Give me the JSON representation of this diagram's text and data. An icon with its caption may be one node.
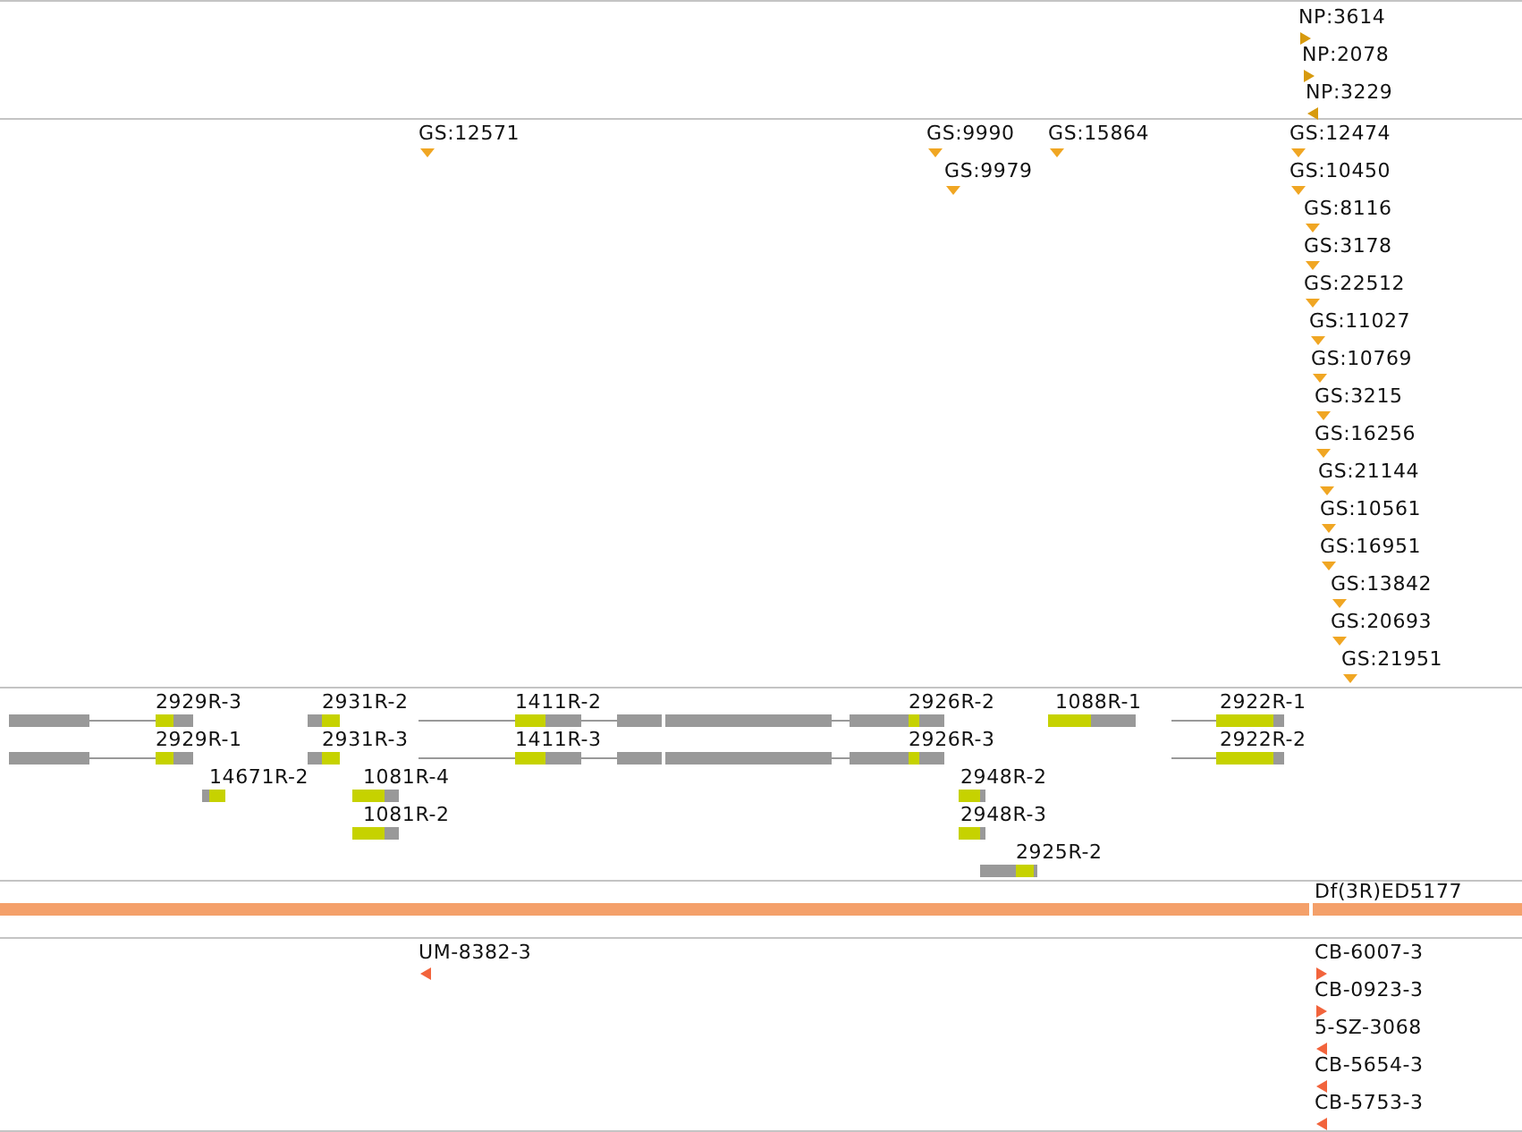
{
  "diagram": {
    "labels": [
      "NP:3614",
      "NP:2078",
      "NP:3229",
      "GS:12571",
      "GS:9990",
      "GS:15864",
      "GS:12474",
      "GS:9979",
      "GS:10450",
      "GS:8116",
      "GS:3178",
      "GS:22512",
      "GS:11027",
      "GS:10769",
      "GS:3215",
      "GS:16256",
      "GS:21144",
      "GS:10561",
      "GS:16951",
      "GS:13842",
      "GS:20693",
      "GS:21951",
      "2929R-3",
      "2931R-2",
      "1411R-2",
      "2926R-2",
      "1088R-1",
      "2922R-1",
      "2929R-1",
      "2931R-3",
      "1411R-3",
      "2926R-3",
      "2922R-2",
      "14671R-2",
      "1081R-4",
      "2948R-2",
      "1081R-2",
      "2948R-3",
      "2925R-2",
      "Df(3R)ED5177",
      "UM-8382-3",
      "CB-6007-3",
      "CB-0923-3",
      "5-SZ-3068",
      "CB-5654-3",
      "CB-5753-3"
    ]
  }
}
